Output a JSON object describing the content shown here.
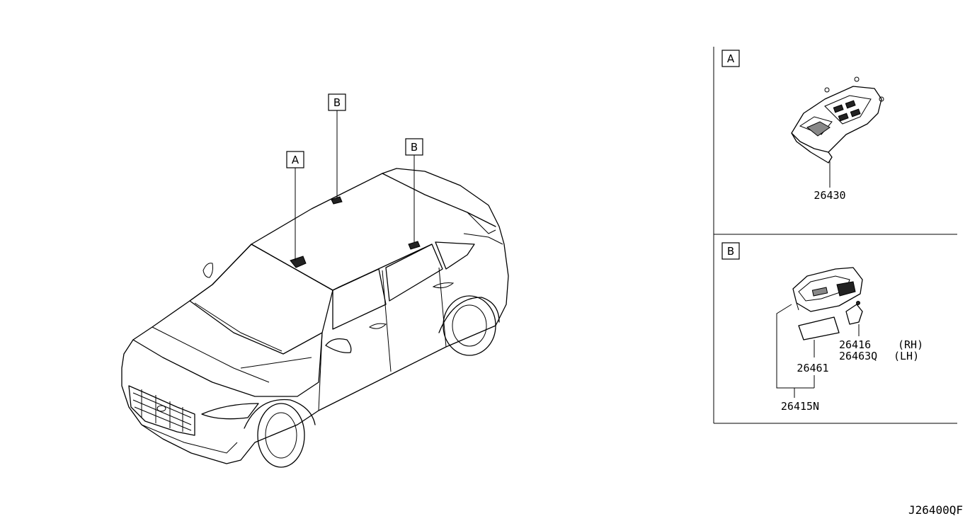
{
  "callouts": {
    "car_a": "A",
    "car_b1": "B",
    "car_b2": "B",
    "panel_a": "A",
    "panel_b": "B"
  },
  "parts": {
    "p26430": "26430",
    "p26416": "26416",
    "p26416_side": "(RH)",
    "p26463q": "26463Q",
    "p26463q_side": "(LH)",
    "p26461": "26461",
    "p26415n": "26415N"
  },
  "diagram_code": "J26400QF"
}
